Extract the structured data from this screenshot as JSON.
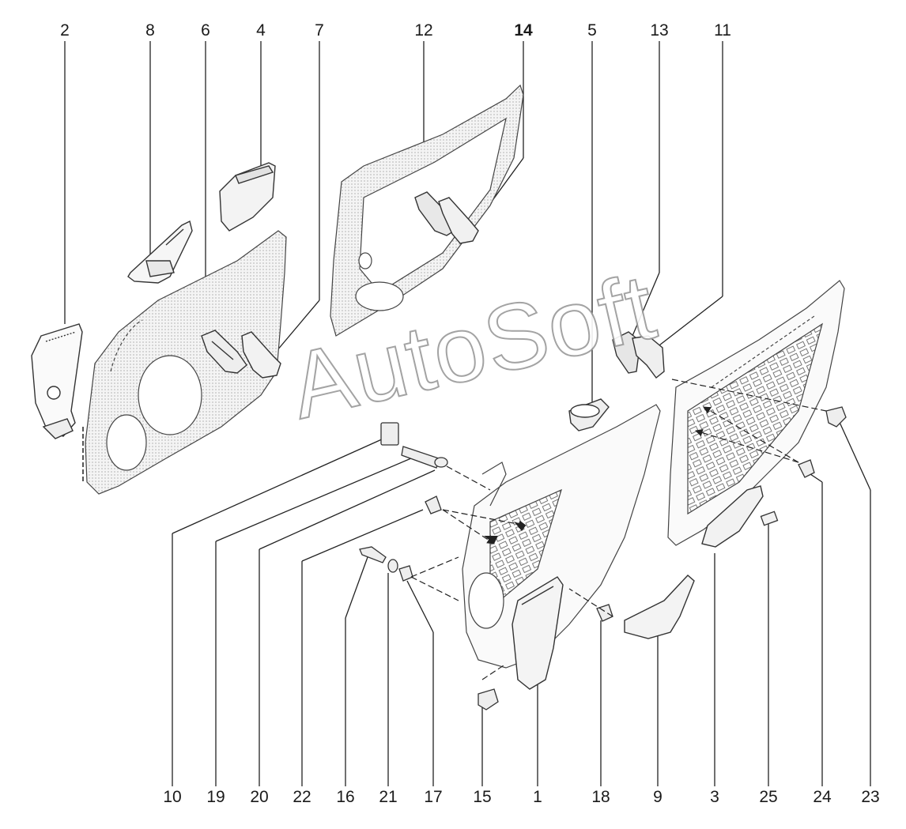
{
  "watermark": "AutoSoft",
  "top_labels": [
    {
      "id": "n2",
      "text": "2"
    },
    {
      "id": "n8",
      "text": "8"
    },
    {
      "id": "n6",
      "text": "6"
    },
    {
      "id": "n4",
      "text": "4"
    },
    {
      "id": "n7",
      "text": "7"
    },
    {
      "id": "n12",
      "text": "12"
    },
    {
      "id": "n14",
      "text": "14"
    },
    {
      "id": "n5",
      "text": "5"
    },
    {
      "id": "n13",
      "text": "13"
    },
    {
      "id": "n11",
      "text": "11"
    }
  ],
  "bottom_labels": [
    {
      "id": "n10",
      "text": "10"
    },
    {
      "id": "n19",
      "text": "19"
    },
    {
      "id": "n20",
      "text": "20"
    },
    {
      "id": "n22",
      "text": "22"
    },
    {
      "id": "n16",
      "text": "16"
    },
    {
      "id": "n21",
      "text": "21"
    },
    {
      "id": "n17",
      "text": "17"
    },
    {
      "id": "n15",
      "text": "15"
    },
    {
      "id": "n1",
      "text": "1"
    },
    {
      "id": "n18",
      "text": "18"
    },
    {
      "id": "n9",
      "text": "9"
    },
    {
      "id": "n3",
      "text": "3"
    },
    {
      "id": "n25",
      "text": "25"
    },
    {
      "id": "n24",
      "text": "24"
    },
    {
      "id": "n23",
      "text": "23"
    }
  ]
}
